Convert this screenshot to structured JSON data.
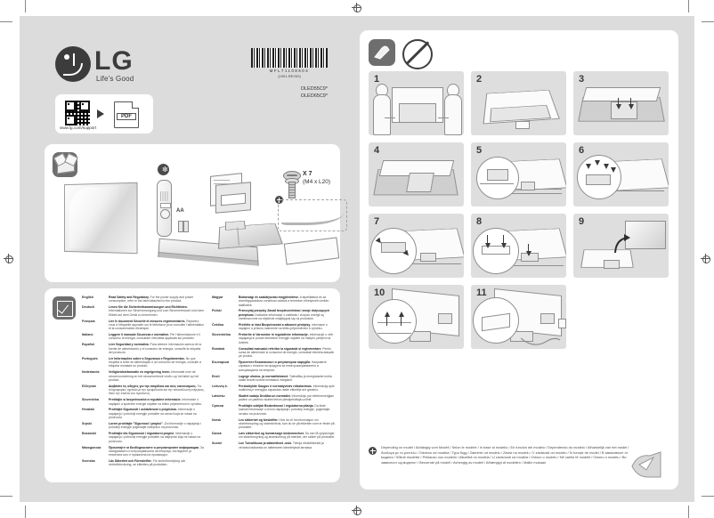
{
  "document": {
    "title": "LG OLED TV Quick Setup Guide",
    "brand": "LG",
    "tagline": "Life's Good"
  },
  "header": {
    "barcode_number": "MFL71108603",
    "barcode_revision": "(1901-REV00)",
    "models": [
      "OLED55C9*",
      "OLED65C9*"
    ],
    "support_url": "www.lg.com/support",
    "pdf_label": "PDF"
  },
  "accessories": {
    "icon": "unbox-icon",
    "items": [
      {
        "name": "tv-panel",
        "label": ""
      },
      {
        "name": "magic-remote",
        "label": ""
      },
      {
        "name": "batteries",
        "label": "AA"
      },
      {
        "name": "manuals",
        "label": ""
      },
      {
        "name": "screws",
        "label": "X 7",
        "spec": "(M4 x L20)"
      },
      {
        "name": "stand-bar",
        "label": ""
      },
      {
        "name": "stand-base",
        "label": ""
      },
      {
        "name": "cable-holder",
        "label": ""
      },
      {
        "name": "cleaning-cloth",
        "label": ""
      }
    ]
  },
  "safety": {
    "icon": "checklist-icon",
    "column_left": [
      {
        "lang": "English",
        "line1": "Read Safety and Regulatory.",
        "line2": "For the power supply and power consumption, refer to the label attached to the product."
      },
      {
        "lang": "Deutsch",
        "line1": "Lesen Sie die Sicherheitsanweisungen und Richtlinien.",
        "line2": "Informationen zur Stromversorgung und zum Stromverbrauch sind dem Etikett auf dem Gerät zu entnehmen."
      },
      {
        "lang": "Français",
        "line1": "Lire le document Sécurité et mesures réglementaires.",
        "line2": "Reportez-vous à l'étiquette apposée sur le téléviseur pour consulter l'alimentation et la consommation électrique."
      },
      {
        "lang": "Italiano",
        "line1": "Leggere il manuale Sicurezza e normative.",
        "line2": "Per l'alimentazione e il consumo di energia, consultare l'etichetta applicata sul prodotto."
      },
      {
        "lang": "Español",
        "line1": "Leer Seguridad y normativa.",
        "line2": "Para obtener información acerca de la fuente de alimentación y el consumo de energía, consulte la etiqueta del producto."
      },
      {
        "lang": "Português",
        "line1": "Ler Informações sobre a Segurança e Regulamentos.",
        "line2": "No que respeita à fonte de alimentação e ao consumo de energia, consulte a etiqueta montada no produto."
      },
      {
        "lang": "Nederlands",
        "line1": "Veiligheidsinformatie en regelgeving lezen.",
        "line2": "Informatie over de stroomvoorziening en het stroomverbruik vindt u op het label op het product."
      },
      {
        "lang": "Ελληνικά",
        "line1": "Διαβάστε τις οδηγίες για την ασφάλεια και τους κανονισμούς.",
        "line2": "Για πληροφορίες σχετικά με την τροφοδοσία και την κατανάλωση ενέργειας, δείτε την ετικέτα του προϊόντος."
      },
      {
        "lang": "Slovenčina",
        "line1": "Prečítajte si bezpečnostné a regulačné informácie.",
        "line2": "Informácie o napájaní a spotrebe energie nájdete na štítku pripevnenom k výrobku."
      },
      {
        "lang": "Hrvatski",
        "line1": "Pročitajte Sigurnosti i usklađenost s propisima.",
        "line2": "Informacije o napajanju i potrošnji energije potražite na oznaci koja se nalazi na proizvodu."
      },
      {
        "lang": "Srpski",
        "line1": "Lorem pročitajte \"Sigurnost i propisi\".",
        "line2": "Za informacije o napajanju i potrošnji energije pogledajte nalepnicu na proizvodu."
      },
      {
        "lang": "Bosanski",
        "line1": "Pročitajte dio Sigurnosni i regulatorni propisi.",
        "line2": "Informacije o napajanju i potrošnji energije potražite na naljepnici koja se nalazi na proizvodu."
      },
      {
        "lang": "Македонски",
        "line1": "Прочитајте ги Безбедносните и регулаторните информации.",
        "line2": "За напојувањето и потрошувачката на енергија, погледнете ја етикетата што е прикачена на производот."
      },
      {
        "lang": "Svenska",
        "line1": "Läs Säkerhet och Föreskrifter.",
        "line2": "För strömförsörjning och strömförbrukning, se etiketten på produkten."
      }
    ],
    "column_right": [
      {
        "lang": "Magyar",
        "line1": "Biztonsági és szabályozási megjelenítése.",
        "line2": "A tápellátásra és az áramfogyasztásra vonatkozó adatok a terméken elhelyezett címkén találhatók."
      },
      {
        "lang": "Polski",
        "line1": "Przeczytaj przepisy Zasad bezpieczeństwa i swoje dotyczących przepisów.",
        "line2": "Dokładne informacje o zasilaniu i zużyciu energii są zamieszczone na etykiecie znajdującej się na produkcie."
      },
      {
        "lang": "Čeština",
        "line1": "Přečtěte si část Bezpečnostní a zákonné předpisy.",
        "line2": "Informace o napájení a příkonu naleznete na štítku připevněném k výrobku."
      },
      {
        "lang": "Slovenščina",
        "line1": "Preberite si Varnostne in regulativne informacije.",
        "line2": "Informacije o virih napajanja in porabi električne energije najdete na nalepki, pritrjeni na izdelek."
      },
      {
        "lang": "Română",
        "line1": "Consultați manualul referitor la siguranță și reglementare.",
        "line2": "Pentru sursa de alimentare și consumul de energie, consultați eticheta atașată pe produs."
      },
      {
        "lang": "Български",
        "line1": "Прочетете Безопасност и регулаторни наредби.",
        "line2": "Направете справка с етикета на продукта за електрозахранването и консумацията на енергия."
      },
      {
        "lang": "Eesti",
        "line1": "Lugege ohutus- ja normatiivteavet.",
        "line2": "Toiteallika ja energiatarbe kohta saate teavet tootele kinnitatud märgiselt."
      },
      {
        "lang": "Lietuvių k.",
        "line1": "Perskaitykite Saugos ir normatyvinės reikalavimus.",
        "line2": "Informaciją apie maitinimą ir energijos sąnaudas rasite etiketėje ant gaminio."
      },
      {
        "lang": "Latviešu",
        "line1": "Skatiet sadaļu Drošība un normatīvi.",
        "line2": "Informāciju par elektroenerģijas padevi un patēriņu skatiet ierīcei piestiprinātajā uzlīmē."
      },
      {
        "lang": "Српски",
        "line1": "Pročitajte odeljak Bezbednosni i regulatorna pitanja.",
        "line2": "Da biste saznali informacije o izvoru napajanja i potrošnji energije, pogledajte oznaku na proizvodu."
      },
      {
        "lang": "Norsk",
        "line1": "Les sikkerhet og forskrifter.",
        "line2": "Hvis du vil ha informasjon om strømforsyning og strømforbruk, kan du se på etiketten som er festet på produktet."
      },
      {
        "lang": "Dansk",
        "line1": "Læs sikkerhed og lovmæssige bestemmelser.",
        "line2": "Du kan få oplysninger om strømforsyning og strømforbrug på mærket, der sidder på produktet."
      },
      {
        "lang": "Suomi",
        "line1": "Lue Turvallisuus ja säännökset -osio.",
        "line2": "Tietoja virtalähteestä ja virrankulutuksesta on laitteeseen kiinnitetyssä tarrassa."
      }
    ]
  },
  "installation": {
    "icons": [
      {
        "name": "wipe-cloth-icon",
        "allowed": true
      },
      {
        "name": "no-sharp-object-icon",
        "allowed": false
      }
    ],
    "steps": [
      {
        "num": "1",
        "name": "step-lift-tv-two-people"
      },
      {
        "num": "2",
        "name": "step-lay-tv-facedown"
      },
      {
        "num": "3",
        "name": "step-open-box"
      },
      {
        "num": "4",
        "name": "step-remove-stand-from-packaging"
      },
      {
        "num": "5",
        "name": "step-align-stand-bracket"
      },
      {
        "num": "6",
        "name": "step-slide-stand-into-slot"
      },
      {
        "num": "7",
        "name": "step-seat-stand-bracket"
      },
      {
        "num": "8",
        "name": "step-tighten-screws"
      },
      {
        "num": "9",
        "name": "step-lift-tv-upright"
      },
      {
        "num": "10",
        "name": "step-attach-back-cover"
      },
      {
        "num": "11",
        "name": "step-route-cables"
      }
    ]
  },
  "footnote": {
    "icon": "plus-note-icon",
    "text": "Depending on model / Abhängig vom Modell / Selon le modèle / In base al modello / En función del modelo / Dependendo do modelo / Afhankelijk van het model / Ανάλογα με το μοντέλο / Odvisno od modela / Typu függ / Zależnie od modelu / Závisí na modelu / V závislosti od modelu / În funcţie de model / В зависимост от модела / Sõltub mudelist / Priklauso nuo modelio / Atkarībā no modeļa / U zavisnosti od modela / Ovisno o modelu / Në varësi të modelit / Ovisno o modelu / Во зависност од моделот / Beroende på modell / Avhengig av modell / Afhængigt af modellen / Mallin mukaan"
  }
}
